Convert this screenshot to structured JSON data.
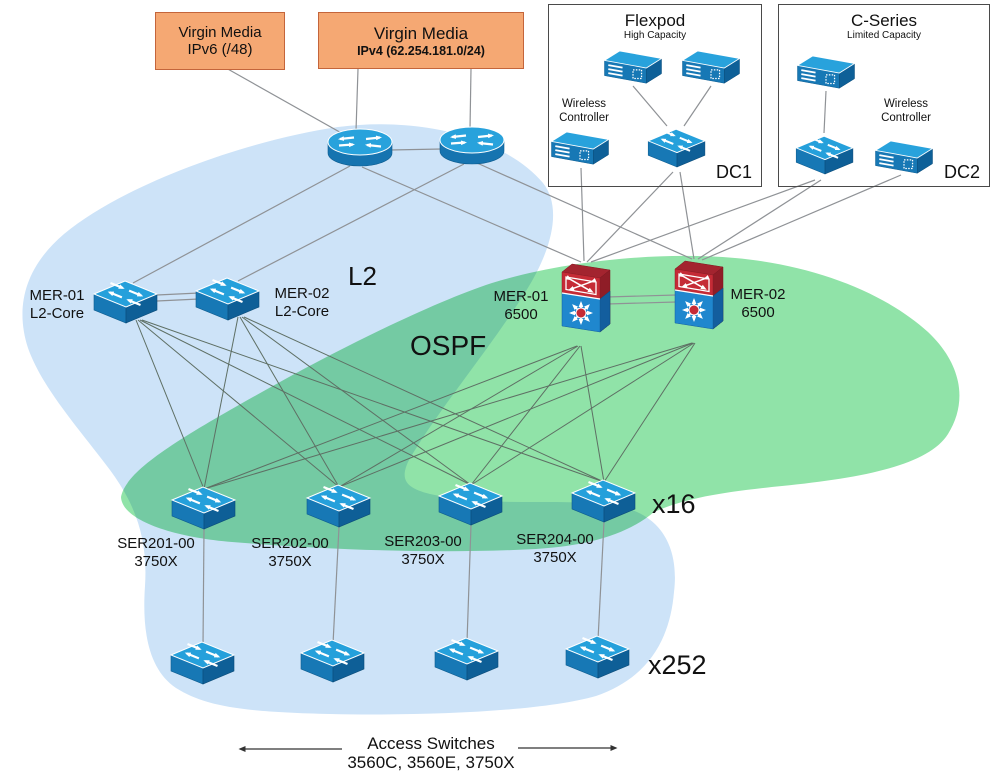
{
  "isp": {
    "ipv6_box": {
      "line1": "Virgin Media",
      "line2": "IPv6 (/48)"
    },
    "ipv4_box": {
      "line1": "Virgin Media",
      "line2": "IPv4 (62.254.181.0/24)"
    }
  },
  "datacenters": {
    "dc1": {
      "title": "Flexpod",
      "subtitle": "High Capacity",
      "wireless_line1": "Wireless",
      "wireless_line2": "Controller",
      "tag": "DC1"
    },
    "dc2": {
      "title": "C-Series",
      "subtitle": "Limited Capacity",
      "wireless_line1": "Wireless",
      "wireless_line2": "Controller",
      "tag": "DC2"
    }
  },
  "zones": {
    "l2": "L2",
    "ospf": "OSPF"
  },
  "core": {
    "mer01_l2": {
      "name": "MER-01",
      "role": "L2-Core"
    },
    "mer02_l2": {
      "name": "MER-02",
      "role": "L2-Core"
    },
    "mer01_6500": {
      "name": "MER-01",
      "role": "6500"
    },
    "mer02_6500": {
      "name": "MER-02",
      "role": "6500"
    }
  },
  "distribution": [
    {
      "name": "SER201-00",
      "model": "3750X"
    },
    {
      "name": "SER202-00",
      "model": "3750X"
    },
    {
      "name": "SER203-00",
      "model": "3750X"
    },
    {
      "name": "SER204-00",
      "model": "3750X"
    }
  ],
  "counts": {
    "distribution": "x16",
    "access": "x252"
  },
  "footer": {
    "line1": "Access Switches",
    "line2": "3560C, 3560E, 3750X"
  },
  "colors": {
    "isp_box_fill": "#F5A873",
    "isp_box_border": "#C4653B",
    "zone_blue": "#CDE3F8",
    "zone_green": "#90E3A8",
    "zone_overlap": "#73C8A3",
    "device_blue": "#28A2DC",
    "chassis_red": "#C52B36"
  }
}
